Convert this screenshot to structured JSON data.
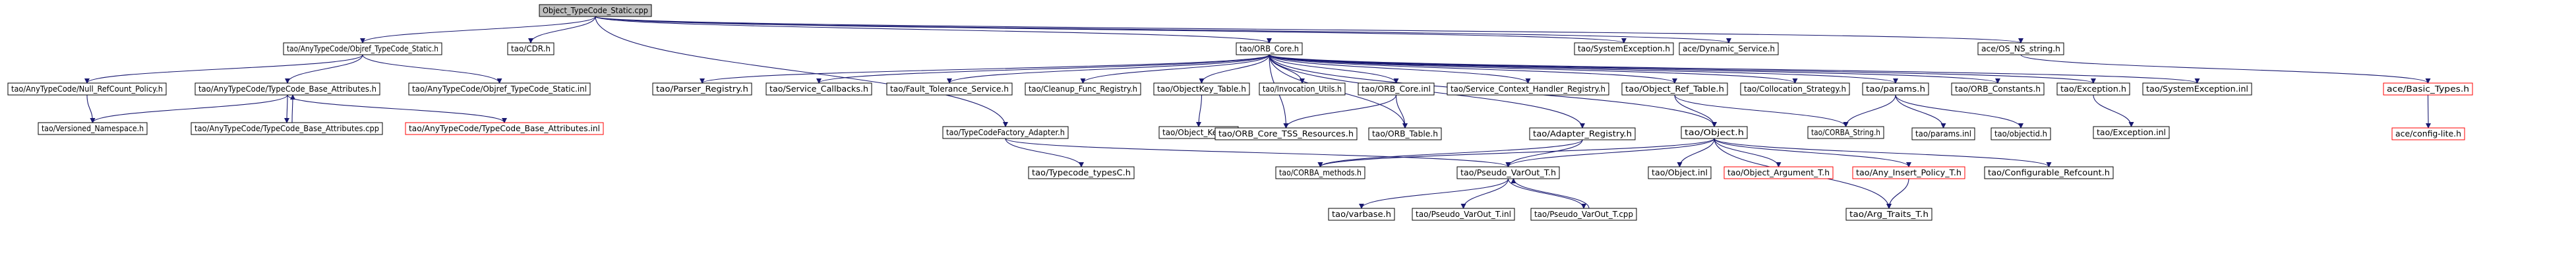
{
  "diagram": {
    "root": "Object_TypeCode_Static.cpp",
    "colors": {
      "root_fill": "#bfbfbf",
      "node_border": "#000000",
      "missing_border": "#ff0000",
      "missing_text": "#ff0000",
      "edge": "#191970",
      "background": "#ffffff"
    },
    "nodes": [
      {
        "id": "root",
        "label": "Object_TypeCode_Static.cpp",
        "kind": "root"
      },
      {
        "id": "otcs_h",
        "label": "tao/AnyTypeCode/Objref_TypeCode_Static.h"
      },
      {
        "id": "cdr_h",
        "label": "tao/CDR.h"
      },
      {
        "id": "orb_core_h",
        "label": "tao/ORB_Core.h"
      },
      {
        "id": "sysex_h",
        "label": "tao/SystemException.h"
      },
      {
        "id": "dynserv_h",
        "label": "ace/Dynamic_Service.h"
      },
      {
        "id": "osns_h",
        "label": "ace/OS_NS_string.h"
      },
      {
        "id": "nullref_h",
        "label": "tao/AnyTypeCode/Null_RefCount_Policy.h"
      },
      {
        "id": "tcba_h",
        "label": "tao/AnyTypeCode/TypeCode_Base_Attributes.h"
      },
      {
        "id": "otcs_inl",
        "label": "tao/AnyTypeCode/Objref_TypeCode_Static.inl"
      },
      {
        "id": "vns_h",
        "label": "tao/Versioned_Namespace.h"
      },
      {
        "id": "tcba_cpp",
        "label": "tao/AnyTypeCode/TypeCode_Base_Attributes.cpp"
      },
      {
        "id": "tcba_inl",
        "label": "tao/AnyTypeCode/TypeCode_Base_Attributes.inl",
        "kind": "missing"
      },
      {
        "id": "parser_h",
        "label": "tao/Parser_Registry.h"
      },
      {
        "id": "svccb_h",
        "label": "tao/Service_Callbacks.h"
      },
      {
        "id": "ftserv_h",
        "label": "tao/Fault_Tolerance_Service.h"
      },
      {
        "id": "cleanup_h",
        "label": "tao/Cleanup_Func_Registry.h"
      },
      {
        "id": "okt_h",
        "label": "tao/ObjectKey_Table.h"
      },
      {
        "id": "invut_h",
        "label": "tao/Invocation_Utils.h"
      },
      {
        "id": "orb_core_inl",
        "label": "tao/ORB_Core.inl"
      },
      {
        "id": "sch_h",
        "label": "tao/Service_Context_Handler_Registry.h"
      },
      {
        "id": "ort_h",
        "label": "tao/Object_Ref_Table.h"
      },
      {
        "id": "colst_h",
        "label": "tao/Collocation_Strategy.h"
      },
      {
        "id": "params_h",
        "label": "tao/params.h"
      },
      {
        "id": "orbconst_h",
        "label": "tao/ORB_Constants.h"
      },
      {
        "id": "except_h",
        "label": "tao/Exception.h"
      },
      {
        "id": "sysex_inl",
        "label": "tao/SystemException.inl"
      },
      {
        "id": "basic_types_h",
        "label": "ace/Basic_Types.h",
        "kind": "missing"
      },
      {
        "id": "tcfa_h",
        "label": "tao/TypeCodeFactory_Adapter.h"
      },
      {
        "id": "objkeyc_h",
        "label": "tao/Object_KeyC.h"
      },
      {
        "id": "tss_h",
        "label": "tao/ORB_Core_TSS_Resources.h"
      },
      {
        "id": "orbtable_h",
        "label": "tao/ORB_Table.h"
      },
      {
        "id": "adreg_h",
        "label": "tao/Adapter_Registry.h"
      },
      {
        "id": "object_h",
        "label": "tao/Object.h"
      },
      {
        "id": "corbastr_h",
        "label": "tao/CORBA_String.h"
      },
      {
        "id": "params_inl",
        "label": "tao/params.inl"
      },
      {
        "id": "objectid_h",
        "label": "tao/objectid.h"
      },
      {
        "id": "except_inl",
        "label": "tao/Exception.inl"
      },
      {
        "id": "config_lite_h",
        "label": "ace/config-lite.h",
        "kind": "missing"
      },
      {
        "id": "typecodetypesc_h",
        "label": "tao/Typecode_typesC.h"
      },
      {
        "id": "corbamethods_h",
        "label": "tao/CORBA_methods.h"
      },
      {
        "id": "pvot_h",
        "label": "tao/Pseudo_VarOut_T.h"
      },
      {
        "id": "object_inl",
        "label": "tao/Object.inl"
      },
      {
        "id": "oat_h",
        "label": "tao/Object_Argument_T.h",
        "kind": "missing"
      },
      {
        "id": "aipt_h",
        "label": "tao/Any_Insert_Policy_T.h",
        "kind": "missing"
      },
      {
        "id": "confrc_h",
        "label": "tao/Configurable_Refcount.h"
      },
      {
        "id": "varbase_h",
        "label": "tao/varbase.h"
      },
      {
        "id": "pvot_inl",
        "label": "tao/Pseudo_VarOut_T.inl"
      },
      {
        "id": "pvot_cpp",
        "label": "tao/Pseudo_VarOut_T.cpp"
      },
      {
        "id": "argtraits_h",
        "label": "tao/Arg_Traits_T.h"
      }
    ],
    "edges": [
      [
        "root",
        "otcs_h"
      ],
      [
        "root",
        "cdr_h"
      ],
      [
        "root",
        "orb_core_h"
      ],
      [
        "root",
        "sysex_h"
      ],
      [
        "root",
        "dynserv_h"
      ],
      [
        "root",
        "osns_h"
      ],
      [
        "root",
        "tcfa_h"
      ],
      [
        "otcs_h",
        "nullref_h"
      ],
      [
        "otcs_h",
        "tcba_h"
      ],
      [
        "otcs_h",
        "otcs_inl"
      ],
      [
        "nullref_h",
        "vns_h"
      ],
      [
        "tcba_h",
        "vns_h"
      ],
      [
        "tcba_h",
        "tcba_cpp"
      ],
      [
        "tcba_h",
        "tcba_inl"
      ],
      [
        "tcba_cpp",
        "tcba_h"
      ],
      [
        "orb_core_h",
        "parser_h"
      ],
      [
        "orb_core_h",
        "svccb_h"
      ],
      [
        "orb_core_h",
        "ftserv_h"
      ],
      [
        "orb_core_h",
        "cleanup_h"
      ],
      [
        "orb_core_h",
        "okt_h"
      ],
      [
        "orb_core_h",
        "invut_h"
      ],
      [
        "orb_core_h",
        "orb_core_inl"
      ],
      [
        "orb_core_h",
        "sch_h"
      ],
      [
        "orb_core_h",
        "ort_h"
      ],
      [
        "orb_core_h",
        "colst_h"
      ],
      [
        "orb_core_h",
        "params_h"
      ],
      [
        "orb_core_h",
        "orbconst_h"
      ],
      [
        "orb_core_h",
        "except_h"
      ],
      [
        "orb_core_h",
        "sysex_inl"
      ],
      [
        "orb_core_h",
        "tss_h"
      ],
      [
        "orb_core_h",
        "orbtable_h"
      ],
      [
        "orb_core_h",
        "adreg_h"
      ],
      [
        "orb_core_h",
        "object_h"
      ],
      [
        "okt_h",
        "objkeyc_h"
      ],
      [
        "orb_core_inl",
        "tss_h"
      ],
      [
        "orb_core_inl",
        "orbtable_h"
      ],
      [
        "ort_h",
        "object_h"
      ],
      [
        "ort_h",
        "corbastr_h"
      ],
      [
        "params_h",
        "corbastr_h"
      ],
      [
        "params_h",
        "params_inl"
      ],
      [
        "params_h",
        "objectid_h"
      ],
      [
        "except_h",
        "except_inl"
      ],
      [
        "osns_h",
        "basic_types_h"
      ],
      [
        "basic_types_h",
        "config_lite_h"
      ],
      [
        "tcfa_h",
        "typecodetypesc_h"
      ],
      [
        "tcfa_h",
        "pvot_h"
      ],
      [
        "adreg_h",
        "corbamethods_h"
      ],
      [
        "adreg_h",
        "pvot_h"
      ],
      [
        "object_h",
        "corbamethods_h"
      ],
      [
        "object_h",
        "pvot_h"
      ],
      [
        "object_h",
        "object_inl"
      ],
      [
        "object_h",
        "oat_h"
      ],
      [
        "object_h",
        "aipt_h"
      ],
      [
        "object_h",
        "confrc_h"
      ],
      [
        "object_h",
        "argtraits_h"
      ],
      [
        "aipt_h",
        "argtraits_h"
      ],
      [
        "pvot_h",
        "varbase_h"
      ],
      [
        "pvot_h",
        "pvot_inl"
      ],
      [
        "pvot_h",
        "pvot_cpp"
      ],
      [
        "pvot_cpp",
        "pvot_h"
      ]
    ]
  }
}
